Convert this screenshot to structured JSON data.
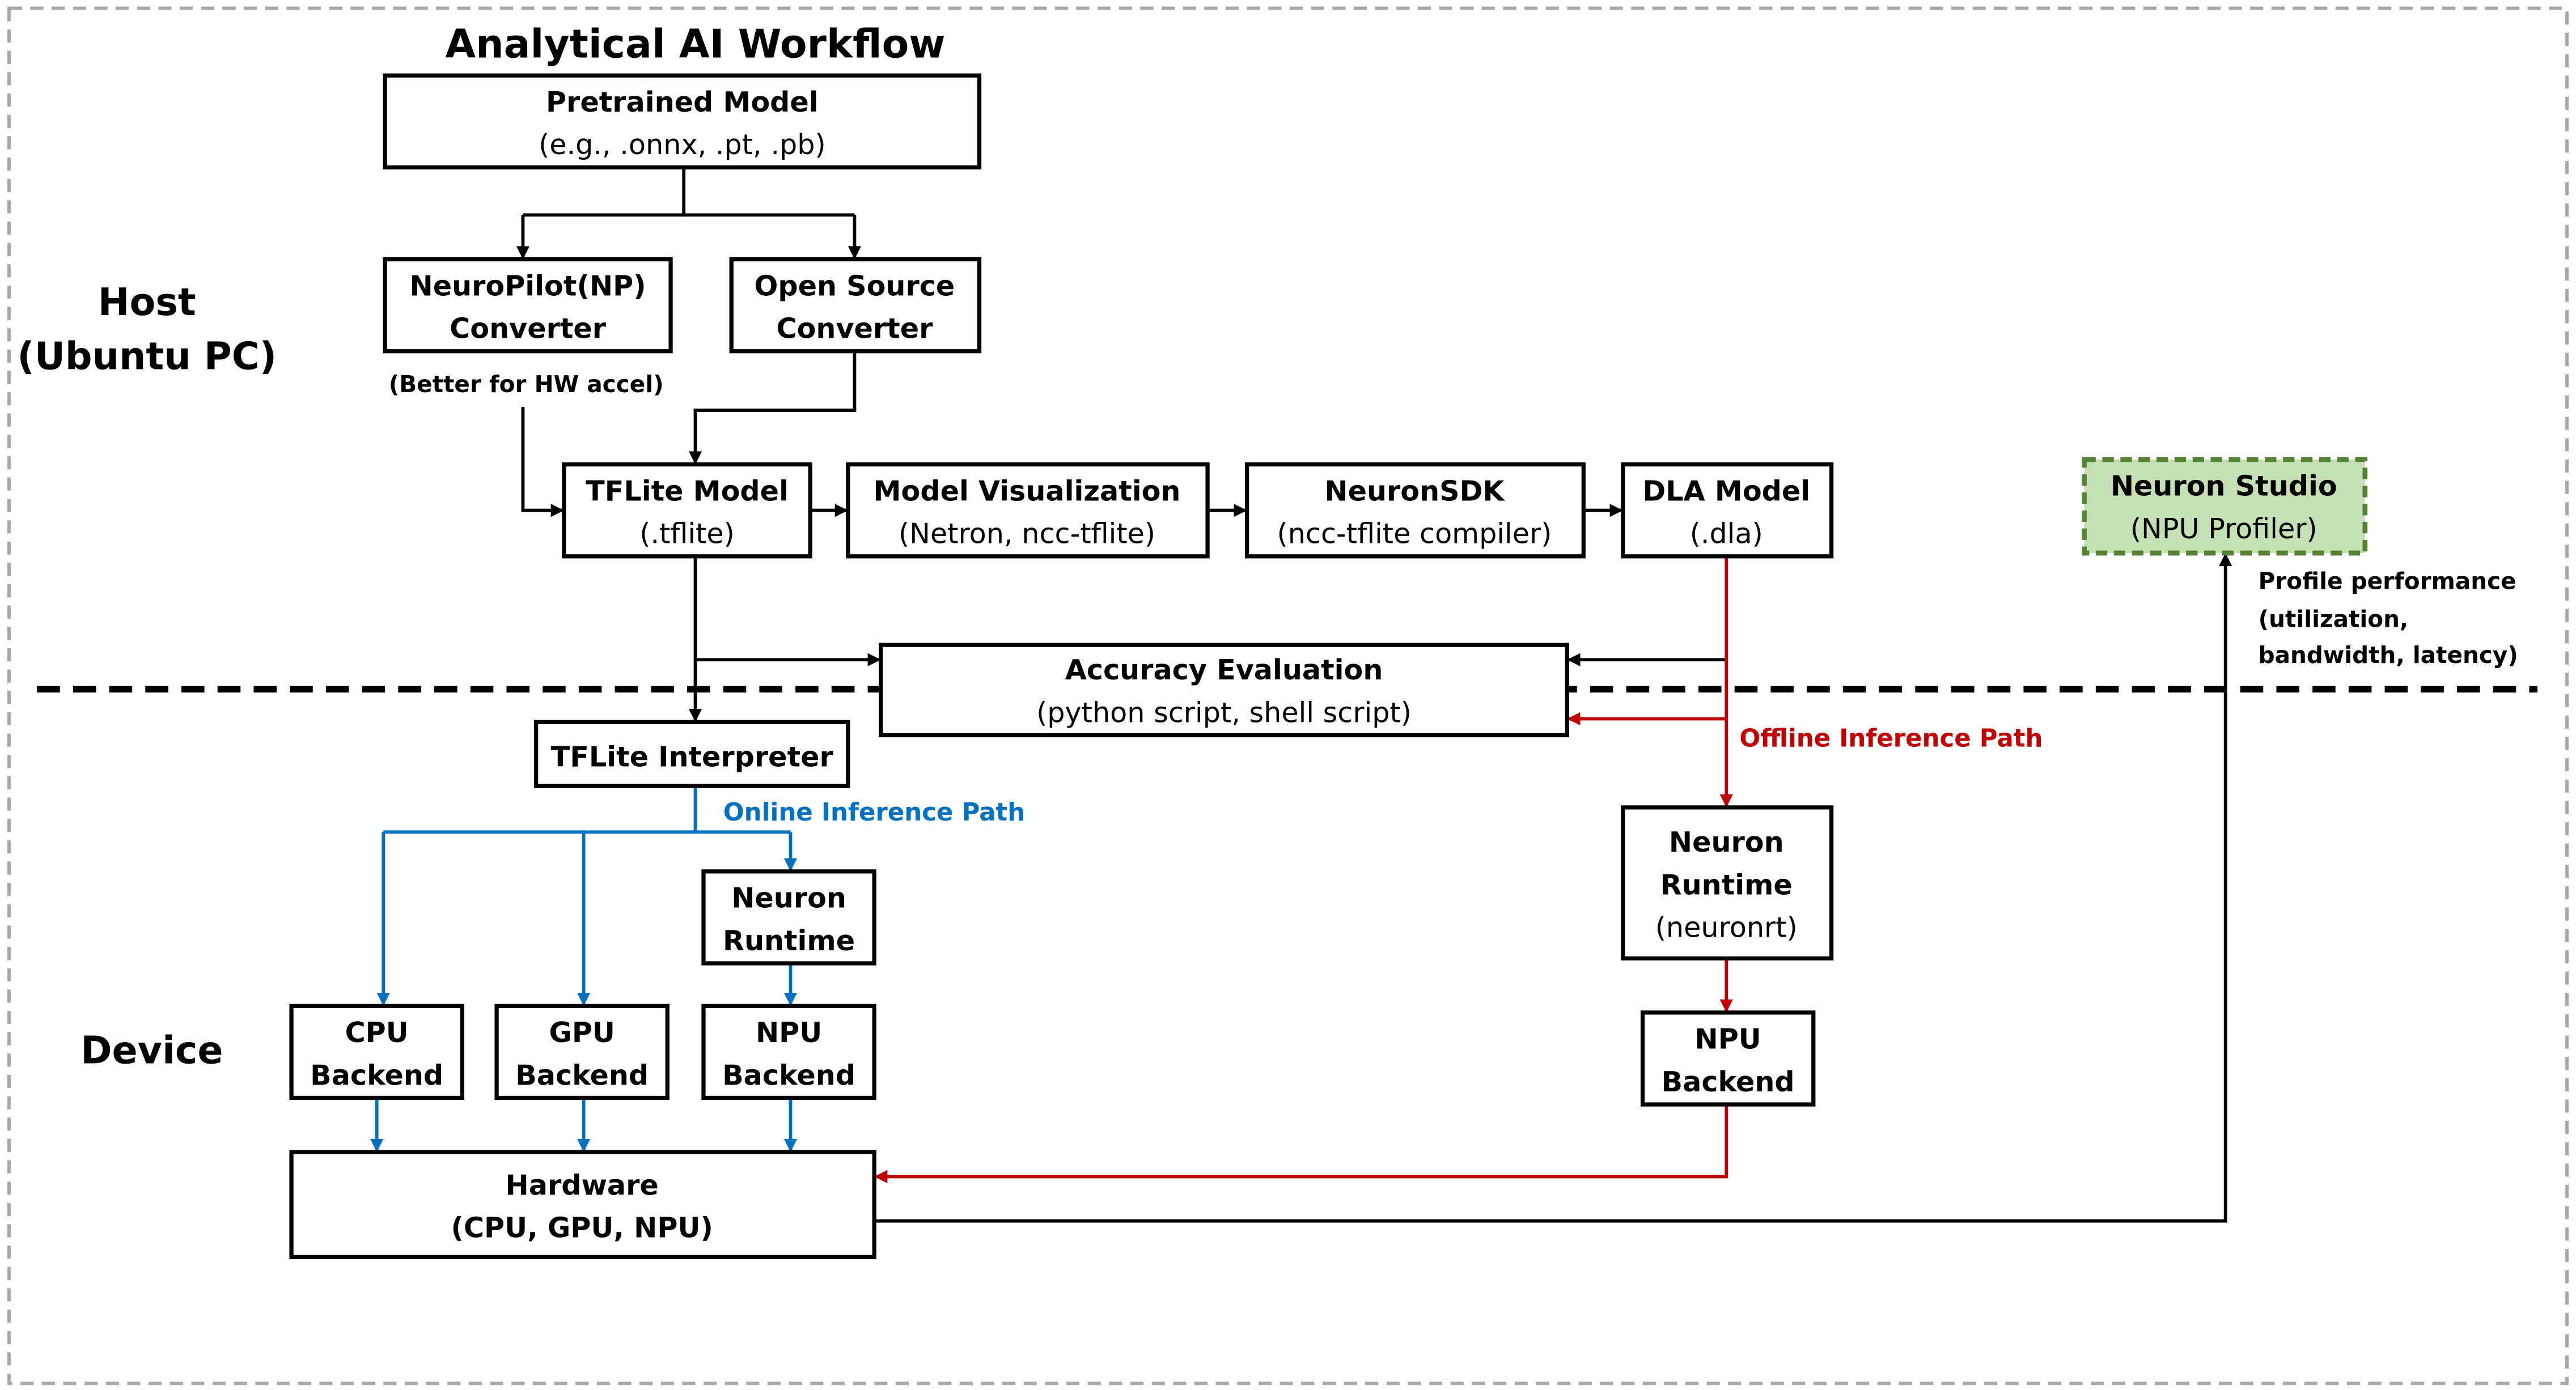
{
  "title": "Analytical AI Workflow",
  "sections": {
    "host": [
      "Host",
      "(Ubuntu PC)"
    ],
    "device": "Device"
  },
  "boxes": {
    "pretrained": [
      "Pretrained Model",
      "(e.g., .onnx, .pt, .pb)"
    ],
    "np_converter": [
      "NeuroPilot(NP)",
      "Converter"
    ],
    "open_source_converter": [
      "Open Source",
      "Converter"
    ],
    "tflite_model": [
      "TFLite Model",
      "(.tflite)"
    ],
    "model_visualization": [
      "Model Visualization",
      "(Netron, ncc-tflite)"
    ],
    "neuronsdk": [
      "NeuronSDK",
      "(ncc-tflite compiler)"
    ],
    "dla_model": [
      "DLA Model",
      "(.dla)"
    ],
    "neuron_studio": [
      "Neuron Studio",
      "(NPU Profiler)"
    ],
    "accuracy_evaluation": [
      "Accuracy Evaluation",
      "(python script, shell script)"
    ],
    "tflite_interpreter": "TFLite Interpreter",
    "neuron_runtime_online": [
      "Neuron",
      "Runtime"
    ],
    "cpu_backend": [
      "CPU",
      "Backend"
    ],
    "gpu_backend": [
      "GPU",
      "Backend"
    ],
    "npu_backend_online": [
      "NPU",
      "Backend"
    ],
    "neuron_runtime_offline": [
      "Neuron",
      "Runtime",
      "(neuronrt)"
    ],
    "npu_backend_offline": [
      "NPU",
      "Backend"
    ],
    "hardware": [
      "Hardware",
      "(CPU, GPU, NPU)"
    ]
  },
  "annotations": {
    "hw_accel_note": "(Better for HW accel)",
    "online_path": "Online Inference Path",
    "offline_path": "Offline Inference Path",
    "profile": [
      "Profile performance",
      "(utilization,",
      "bandwidth, latency)"
    ]
  },
  "colors": {
    "online": "#0070c0",
    "offline": "#c00000",
    "studio_fill": "#c5e0b4",
    "studio_border": "#548235",
    "frame": "#a6a6a6"
  }
}
